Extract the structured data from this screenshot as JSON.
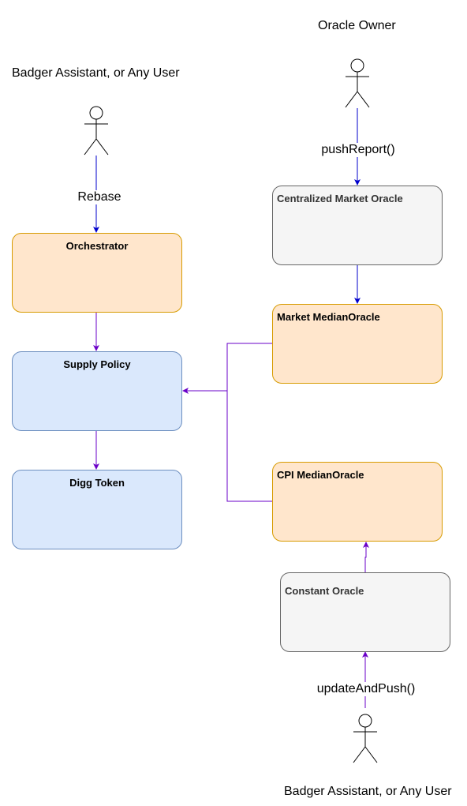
{
  "actors": {
    "top_left": "Badger Assistant, or Any User",
    "top_right": "Oracle Owner",
    "bottom_right": "Badger Assistant, or Any User"
  },
  "boxes": {
    "orchestrator": "Orchestrator",
    "supply_policy": "Supply Policy",
    "digg_token": "Digg Token",
    "centralized_market_oracle": "Centralized Market Oracle",
    "market_median_oracle": "Market MedianOracle",
    "cpi_median_oracle": "CPI MedianOracle",
    "constant_oracle": "Constant Oracle"
  },
  "edges": {
    "rebase": "Rebase",
    "push_report": "pushReport()",
    "update_and_push": "updateAndPush()"
  },
  "colors": {
    "orange_fill": "#ffe6cc",
    "orange_stroke": "#d79b00",
    "blue_fill": "#dae8fc",
    "blue_stroke": "#6c8ebf",
    "gray_fill": "#f5f5f5",
    "gray_stroke": "#666666",
    "blue_arrow": "#0000cc",
    "purple_arrow": "#6a00c8"
  }
}
